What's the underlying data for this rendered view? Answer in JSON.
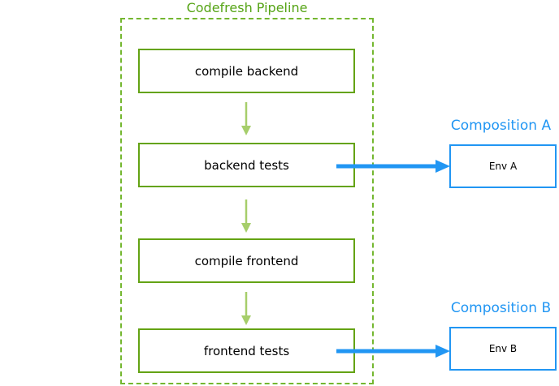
{
  "diagram": {
    "title": "Codefresh Pipeline",
    "type": "pipeline-flow-diagram"
  },
  "pipeline": {
    "title": "Codefresh Pipeline",
    "steps": [
      {
        "label": "compile backend"
      },
      {
        "label": "backend tests"
      },
      {
        "label": "compile frontend"
      },
      {
        "label": "frontend tests"
      }
    ]
  },
  "compositions": [
    {
      "title": "Composition A",
      "env_label": "Env A",
      "linked_step": "backend tests"
    },
    {
      "title": "Composition B",
      "env_label": "Env B",
      "linked_step": "frontend tests"
    }
  ],
  "colors": {
    "pipeline_green": "#64a314",
    "dashed_border_green": "#74b730",
    "flow_arrow_light_green": "#a6ce6b",
    "composition_blue": "#2196f3"
  }
}
